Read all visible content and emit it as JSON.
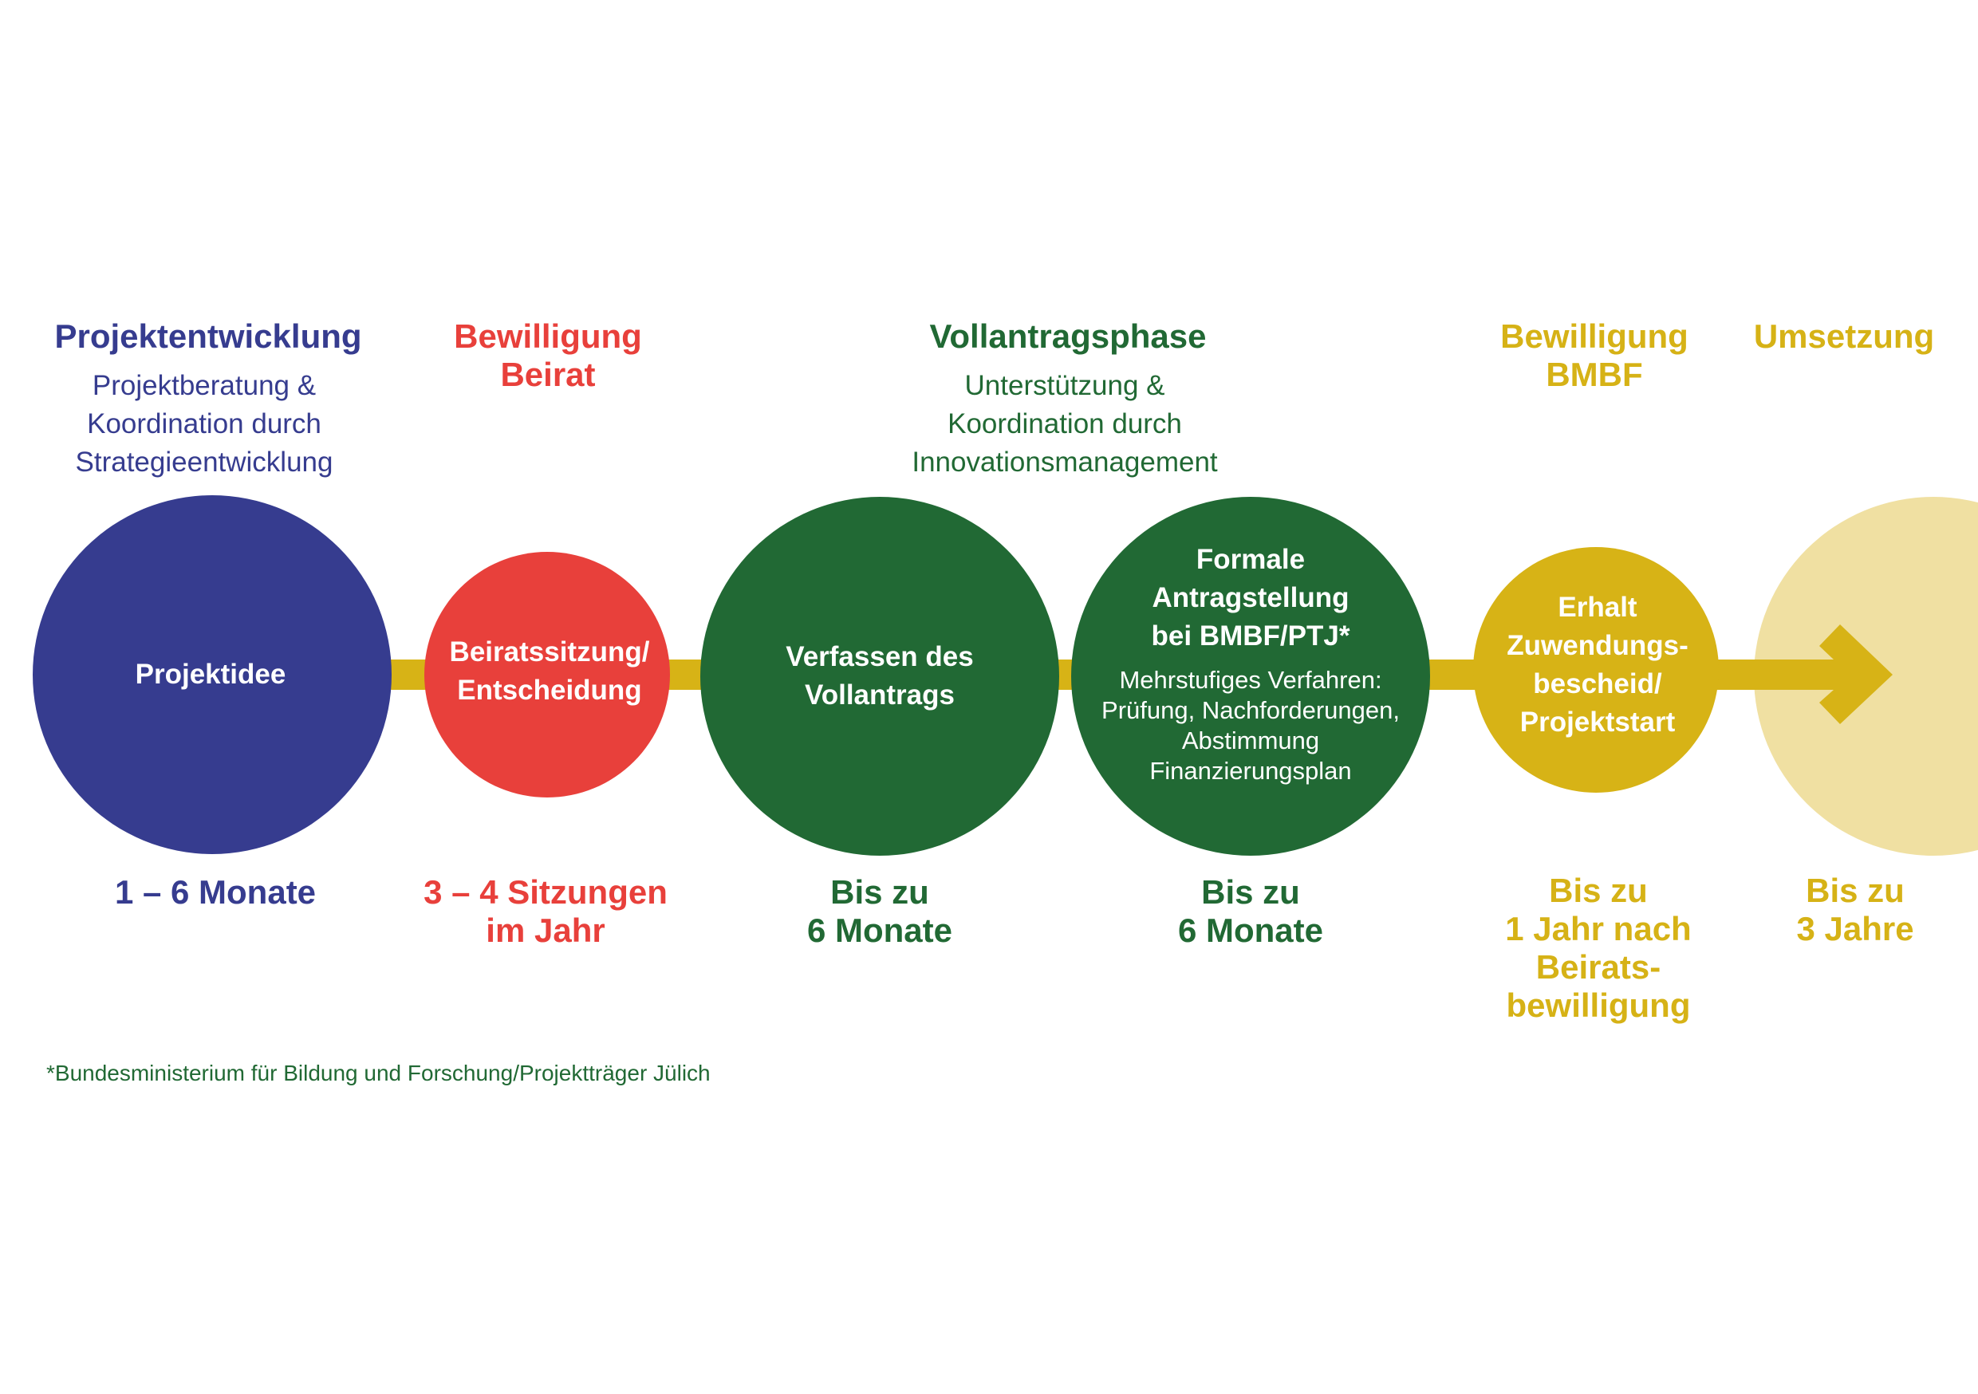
{
  "colors": {
    "blue": "#363c8f",
    "red": "#e8403b",
    "green": "#216934",
    "gold": "#d7b316",
    "gold_light": "#f0e0a2"
  },
  "stages": [
    {
      "title": [
        "Projektentwicklung"
      ],
      "subtitle": [
        "Projektberatung &",
        "Koordination durch",
        "Strategieentwicklung"
      ],
      "circle": [
        "Projektidee"
      ],
      "duration": [
        "1 – 6 Monate"
      ]
    },
    {
      "title": [
        "Bewilligung",
        "Beirat"
      ],
      "circle": [
        "Beiratssitzung/",
        "Entscheidung"
      ],
      "duration": [
        "3 – 4 Sitzungen",
        "im Jahr"
      ]
    },
    {
      "title": [
        "Vollantragsphase"
      ],
      "subtitle": [
        "Unterstützung &",
        "Koordination durch",
        "Innovationsmanagement"
      ],
      "circle": [
        "Verfassen des",
        "Vollantrags"
      ],
      "duration": [
        "Bis zu",
        "6 Monate"
      ]
    },
    {
      "circle": [
        "Formale",
        "Antragstellung",
        "bei BMBF/PTJ*"
      ],
      "circle_detail": [
        "Mehrstufiges Verfahren:",
        "Prüfung, Nachforderungen,",
        "Abstimmung",
        "Finanzierungsplan"
      ],
      "duration": [
        "Bis zu",
        "6 Monate"
      ]
    },
    {
      "title": [
        "Bewilligung",
        "BMBF"
      ],
      "circle": [
        "Erhalt",
        "Zuwendungs-",
        "bescheid/",
        "Projektstart"
      ],
      "duration": [
        "Bis zu",
        "1 Jahr nach",
        "Beirats-",
        "bewilligung"
      ]
    },
    {
      "title": [
        "Umsetzung"
      ],
      "duration": [
        "Bis zu",
        "3 Jahre"
      ]
    }
  ],
  "footnote": "*Bundesministerium für Bildung und Forschung/Projektträger Jülich"
}
